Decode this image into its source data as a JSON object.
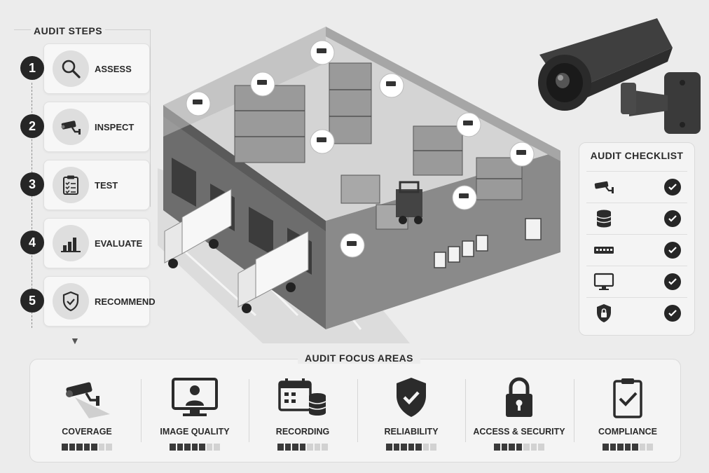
{
  "audit_steps": {
    "title": "AUDIT STEPS",
    "items": [
      {
        "number": "1",
        "label": "ASSESS",
        "icon": "magnifier-icon"
      },
      {
        "number": "2",
        "label": "INSPECT",
        "icon": "camera-icon"
      },
      {
        "number": "3",
        "label": "TEST",
        "icon": "clipboard-checklist-icon"
      },
      {
        "number": "4",
        "label": "EVALUATE",
        "icon": "bar-chart-icon"
      },
      {
        "number": "5",
        "label": "RECOMMEND",
        "icon": "shield-check-icon"
      }
    ]
  },
  "checklist": {
    "title": "AUDIT CHECKLIST",
    "items": [
      {
        "icon": "camera-icon",
        "checked": true
      },
      {
        "icon": "database-icon",
        "checked": true
      },
      {
        "icon": "network-switch-icon",
        "checked": true
      },
      {
        "icon": "monitor-icon",
        "checked": true
      },
      {
        "icon": "lock-shield-icon",
        "checked": true
      }
    ]
  },
  "focus_areas": {
    "title": "AUDIT FOCUS AREAS",
    "items": [
      {
        "label": "COVERAGE",
        "icon": "camera-coverage-icon",
        "rating": 5,
        "max": 7
      },
      {
        "label": "IMAGE QUALITY",
        "icon": "monitor-person-icon",
        "rating": 5,
        "max": 7
      },
      {
        "label": "RECORDING",
        "icon": "calendar-database-icon",
        "rating": 4,
        "max": 7
      },
      {
        "label": "RELIABILITY",
        "icon": "shield-check-icon",
        "rating": 5,
        "max": 7
      },
      {
        "label": "ACCESS & SECURITY",
        "icon": "padlock-icon",
        "rating": 4,
        "max": 7
      },
      {
        "label": "COMPLIANCE",
        "icon": "clipboard-check-icon",
        "rating": 5,
        "max": 7
      }
    ]
  },
  "colors": {
    "background": "#ececec",
    "dark": "#262626",
    "panel": "#f4f4f4"
  }
}
